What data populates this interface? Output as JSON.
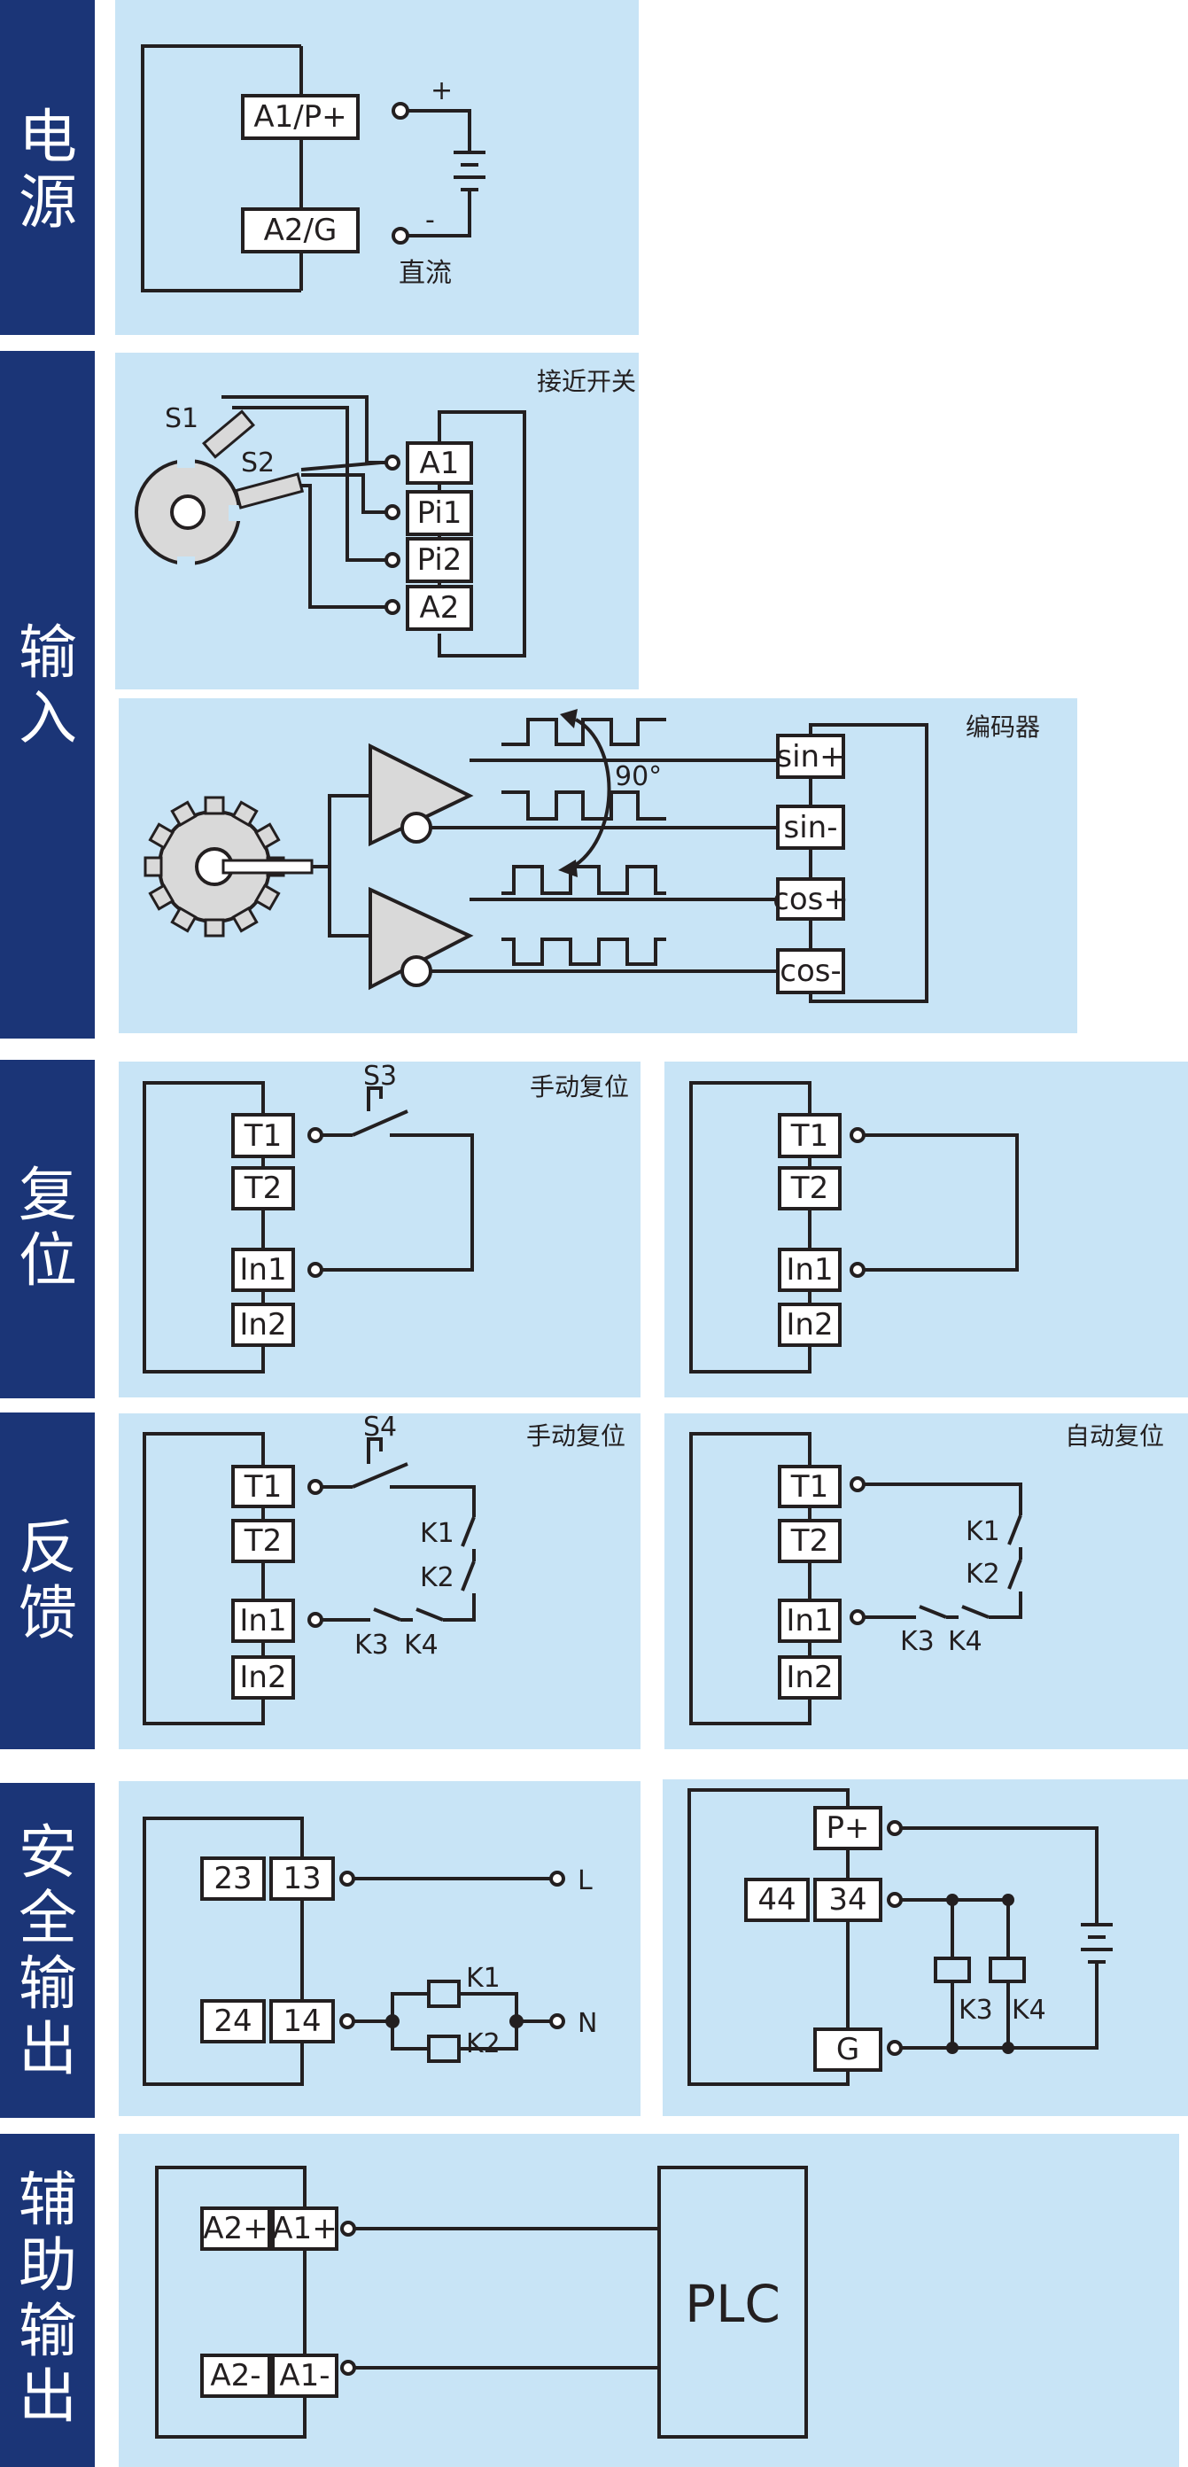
{
  "sections": {
    "power": "电源",
    "input": "输入",
    "reset": "复位",
    "feedback": "反馈",
    "safety_output": "安全输出",
    "aux_output": "辅助输出"
  },
  "power": {
    "t_a1": "A1/P+",
    "t_a2": "A2/G",
    "plus": "+",
    "minus": "-",
    "dc": "直流"
  },
  "proximity": {
    "title": "接近开关",
    "s1": "S1",
    "s2": "S2",
    "t_a1": "A1",
    "t_pi1": "Pi1",
    "t_pi2": "Pi2",
    "t_a2": "A2"
  },
  "encoder": {
    "title": "编码器",
    "angle": "90°",
    "t_sinp": "sin+",
    "t_sinm": "sin-",
    "t_cosp": "cos+",
    "t_cosm": "cos-"
  },
  "reset": {
    "manual_title": "手动复位",
    "s3": "S3",
    "t1": "T1",
    "t2": "T2",
    "in1": "In1",
    "in2": "In2"
  },
  "feedback": {
    "manual_title": "手动复位",
    "auto_title": "自动复位",
    "s4": "S4",
    "t1": "T1",
    "t2": "T2",
    "in1": "In1",
    "in2": "In2",
    "k1": "K1",
    "k2": "K2",
    "k3": "K3",
    "k4": "K4"
  },
  "safety": {
    "t23": "23",
    "t13": "13",
    "t24": "24",
    "t14": "14",
    "l": "L",
    "n": "N",
    "k1": "K1",
    "k2": "K2",
    "tp": "P+",
    "t44": "44",
    "t34": "34",
    "tg": "G",
    "k3": "K3",
    "k4": "K4"
  },
  "aux": {
    "a2p": "A2+",
    "a1p": "A1+",
    "a2m": "A2-",
    "a1m": "A1-",
    "plc": "PLC"
  },
  "colors": {
    "sidebar": "#1b3577",
    "panel": "#c8e4f6",
    "line": "#231f20"
  }
}
